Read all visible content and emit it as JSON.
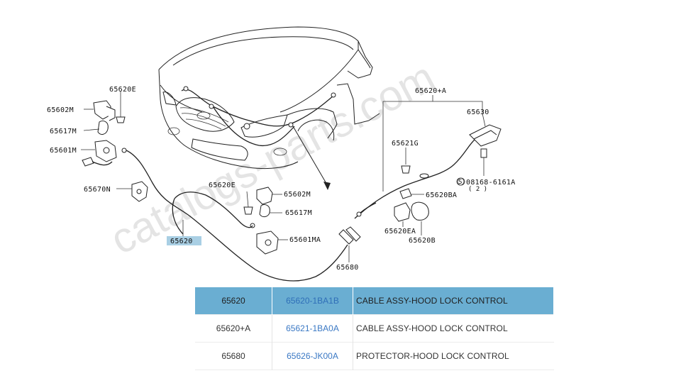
{
  "watermark": "catalogs-parts.com",
  "callouts": {
    "c65620E_left": "65620E",
    "c65602M_left": "65602M",
    "c65617M_left": "65617M",
    "c65601M": "65601M",
    "c65670N": "65670N",
    "c65620_hl": "65620",
    "c65620E_mid": "65620E",
    "c65602M_mid": "65602M",
    "c65617M_mid": "65617M",
    "c65601MA": "65601MA",
    "c65680": "65680",
    "c65620A": "65620+A",
    "c65630": "65630",
    "c65621G": "65621G",
    "c08168": "08168-6161A",
    "c08168_qty": "( 2 )",
    "c08168_s": "S",
    "c65620BA": "65620BA",
    "c65620EA": "65620EA",
    "c65620B": "65620B"
  },
  "parts_table": {
    "rows": [
      {
        "ref": "65620",
        "part_no": "65620-1BA1B",
        "description": "CABLE ASSY-HOOD LOCK CONTROL",
        "selected": true
      },
      {
        "ref": "65620+A",
        "part_no": "65621-1BA0A",
        "description": "CABLE ASSY-HOOD LOCK CONTROL",
        "selected": false
      },
      {
        "ref": "65680",
        "part_no": "65626-JK00A",
        "description": "PROTECTOR-HOOD LOCK CONTROL",
        "selected": false
      }
    ]
  },
  "colors": {
    "selected_row": "#6aaed2",
    "part_link": "#3a78c4",
    "callout_highlight": "#a9cfe4"
  }
}
